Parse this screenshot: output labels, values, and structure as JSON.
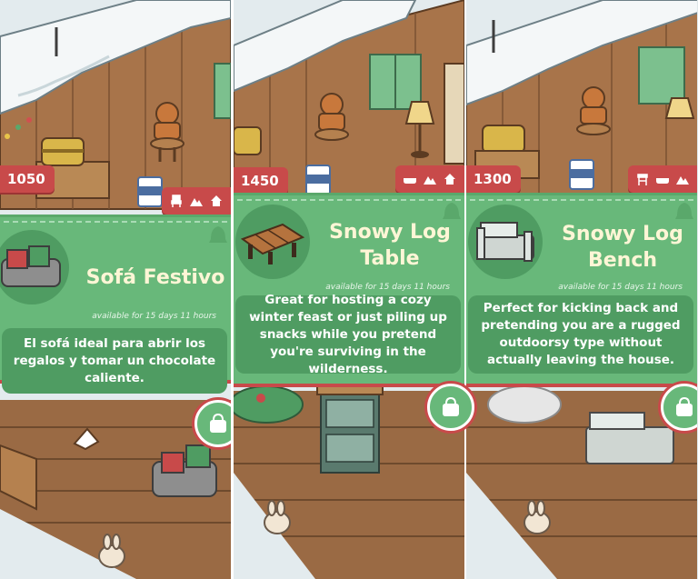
{
  "panels": [
    {
      "price": "1050",
      "price_icon": "star-icon",
      "item_name": "Sofá Festivo",
      "availability": "available for 15 days 11 hours",
      "description": "El sofá ideal para abrir los regalos y tomar un chocolate caliente.",
      "category_icons": [
        "chair-icon",
        "mountain-icon",
        "house-icon"
      ],
      "buy_icon": "shopping-bag-icon"
    },
    {
      "price": "1450",
      "price_icon": "star-icon",
      "item_name": "Snowy Log Table",
      "availability": "available for 15 days 11 hours",
      "description": "Great for hosting a cozy winter feast or just piling up snacks while you pretend you're surviving in the wilderness.",
      "category_icons": [
        "bathtub-icon",
        "mountain-icon",
        "house-icon"
      ],
      "buy_icon": "shopping-bag-icon"
    },
    {
      "price": "1300",
      "price_icon": "star-icon",
      "item_name": "Snowy Log Bench",
      "availability": "available for 15 days 11 hours",
      "description": "Perfect for kicking back and pretending you are a rugged outdoorsy type without actually leaving the house.",
      "category_icons": [
        "stool-icon",
        "bathtub-icon",
        "mountain-icon"
      ],
      "buy_icon": "shopping-bag-icon"
    }
  ],
  "colors": {
    "card_green": "#68b87a",
    "card_dark_green": "#4f9c62",
    "tag_red": "#c84a4a",
    "title_cream": "#fff6d6",
    "snow": "#e3ebee",
    "wood": "#9a6a44"
  }
}
